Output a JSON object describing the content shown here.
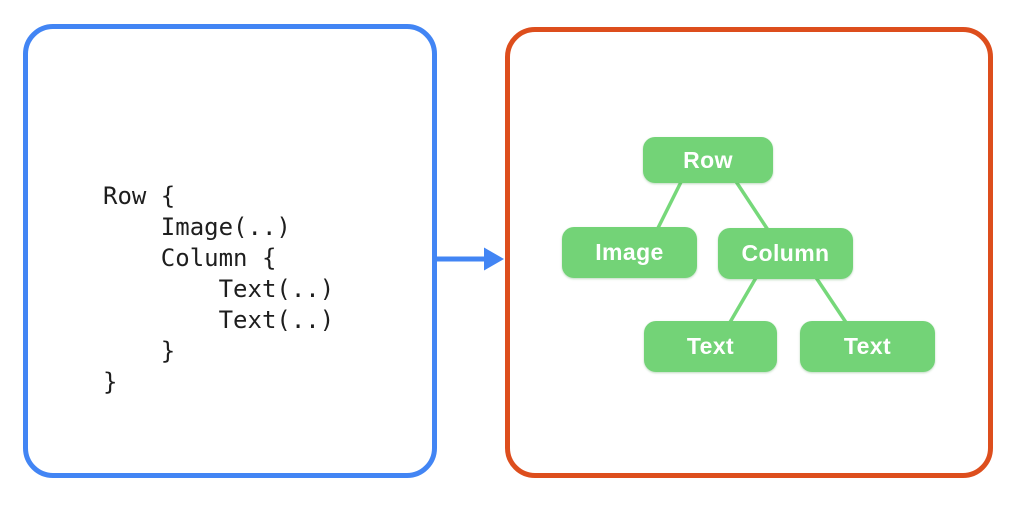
{
  "code_panel": {
    "lines": [
      "Row {",
      "    Image(..)",
      "    Column {",
      "        Text(..)",
      "        Text(..)",
      "    }",
      "}"
    ]
  },
  "tree_panel": {
    "nodes": [
      {
        "id": "row",
        "label": "Row",
        "parent": null
      },
      {
        "id": "image",
        "label": "Image",
        "parent": "row"
      },
      {
        "id": "column",
        "label": "Column",
        "parent": "row"
      },
      {
        "id": "text1",
        "label": "Text",
        "parent": "column"
      },
      {
        "id": "text2",
        "label": "Text",
        "parent": "column"
      }
    ]
  },
  "colors": {
    "code_panel_border": "#4285F4",
    "tree_panel_border": "#DD4E1D",
    "node_fill": "#73D377",
    "connector_line": "#76D87A",
    "arrow": "#4285F4",
    "code_text": "#1E1E1E",
    "node_text": "#FFFFFF",
    "background": "#FFFFFF"
  }
}
